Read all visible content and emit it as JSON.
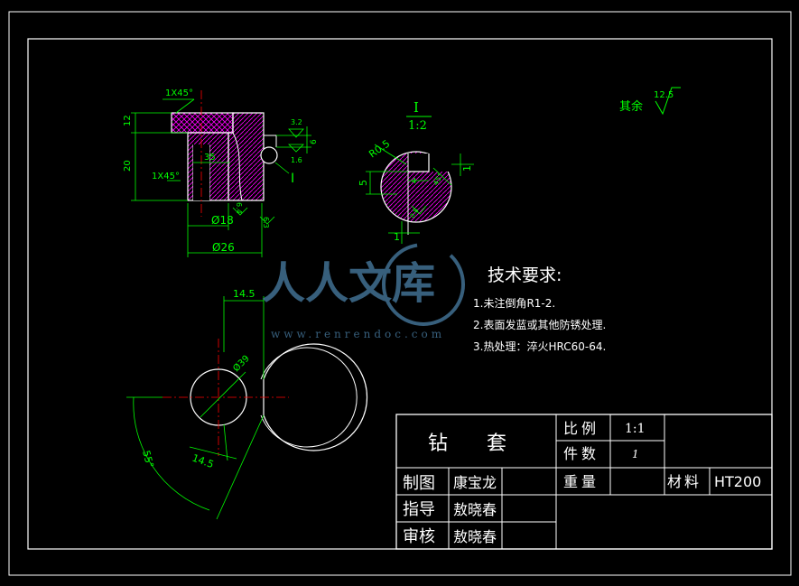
{
  "colors": {
    "background": "#000000",
    "border": "#ffffff",
    "dimension": "#00ff00",
    "centerline": "#ff0000",
    "hatch": "#ff00ff",
    "watermark": "#4a7fa6"
  },
  "main_view": {
    "chamfer_top": "1X45°",
    "chamfer_mid": "1X45°",
    "dim_12": "12",
    "dim_20": "20",
    "dim_35": "35",
    "dia_18": "Ø18",
    "dia_26": "Ø26",
    "rough_3_2": "3.2",
    "rough_1_6": "1.6",
    "rough_6_4": "6.4",
    "rough_6_3": "6.3",
    "dim_6": "6",
    "section_mark": "I"
  },
  "detail": {
    "label": "I",
    "scale": "1:2",
    "radius": "R0.5",
    "dim_5": "5",
    "dim_4": "4",
    "dim_1_right": "1",
    "dim_1_bottom": "1",
    "angle": "45°",
    "rough": "0.8"
  },
  "top_view": {
    "dim_14_5_top": "14.5",
    "dim_14_5_bottom": "14.5",
    "dia_39": "Ø39",
    "angle_55": "55°"
  },
  "surface": {
    "rest_label": "其余",
    "rest_value": "12.5"
  },
  "requirements": {
    "title": "技术要求:",
    "items": [
      "1.未注倒角R1-2.",
      "2.表面发蓝或其他防锈处理.",
      "3.热处理：淬火HRC60-64."
    ]
  },
  "watermark": {
    "main": "人人文库",
    "url": "www.renrendoc.com"
  },
  "title_block": {
    "part_name": "钻  套",
    "scale_label": "比例",
    "scale_value": "1:1",
    "count_label": "件数",
    "count_value": "1",
    "weight_label": "重量",
    "material_label": "材料",
    "material_value": "HT200",
    "drawn_label": "制图",
    "drawn_name": "康宝龙",
    "guide_label": "指导",
    "guide_name": "敖晓春",
    "review_label": "审核",
    "review_name": "敖晓春"
  }
}
